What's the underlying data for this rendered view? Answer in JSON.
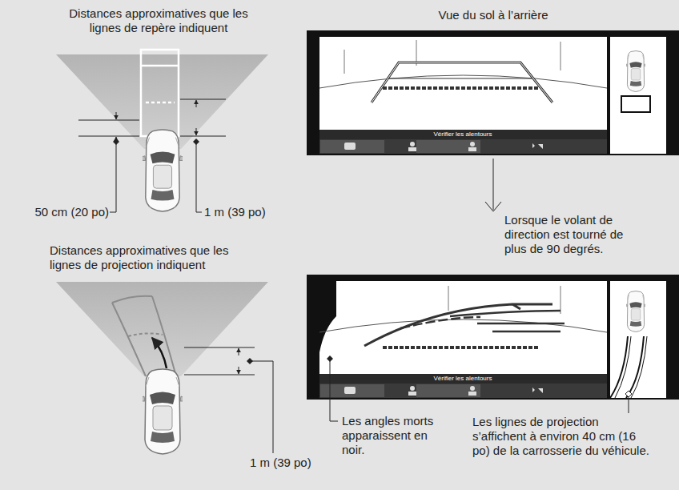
{
  "diagram": {
    "labels": [
      "Distances approximatives que les lignes de repère indiquent",
      "50 cm (20 po)",
      "1 m (39 po)",
      "Distances approximatives que les lignes de projection indiquent",
      "1 m (39 po)",
      "Vue du sol à l’arrière",
      "Vérifier les alentours",
      "Lorsque le volant de direction est tourné de plus de 90 degrés.",
      "Vérifier les alentours",
      "Les angles morts apparaissent en noir.",
      "Les lignes de projection s’affichent à environ 40 cm (16 po) de la carrosserie du véhicule."
    ]
  }
}
